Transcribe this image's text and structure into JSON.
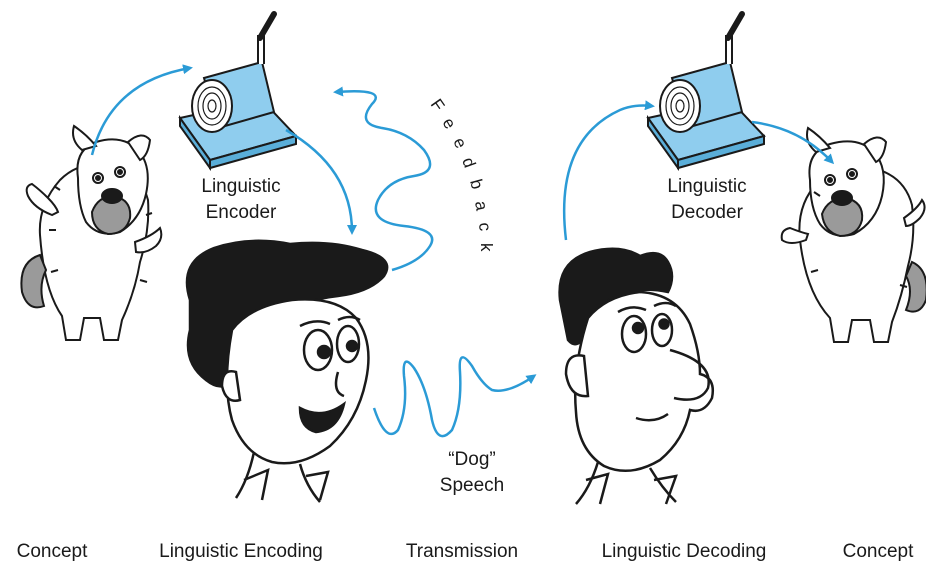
{
  "labels": {
    "encoder_line1": "Linguistic",
    "encoder_line2": "Encoder",
    "decoder_line1": "Linguistic",
    "decoder_line2": "Decoder",
    "feedback_letters": [
      "F",
      "e",
      "e",
      "d",
      "b",
      "a",
      "c",
      "k"
    ],
    "word": "“Dog”",
    "speech": "Speech"
  },
  "stages": [
    "Concept",
    "Linguistic Encoding",
    "Transmission",
    "Linguistic Decoding",
    "Concept"
  ],
  "colors": {
    "accent": "#2b9bd6",
    "device": "#8fcdee",
    "device_dark": "#5aaed9",
    "ink": "#1a1a1a",
    "dog_patch": "#9a9a9a"
  },
  "icons": [
    "dog-icon",
    "encoder-device-icon",
    "decoder-device-icon",
    "woman-head-icon",
    "man-head-icon"
  ]
}
